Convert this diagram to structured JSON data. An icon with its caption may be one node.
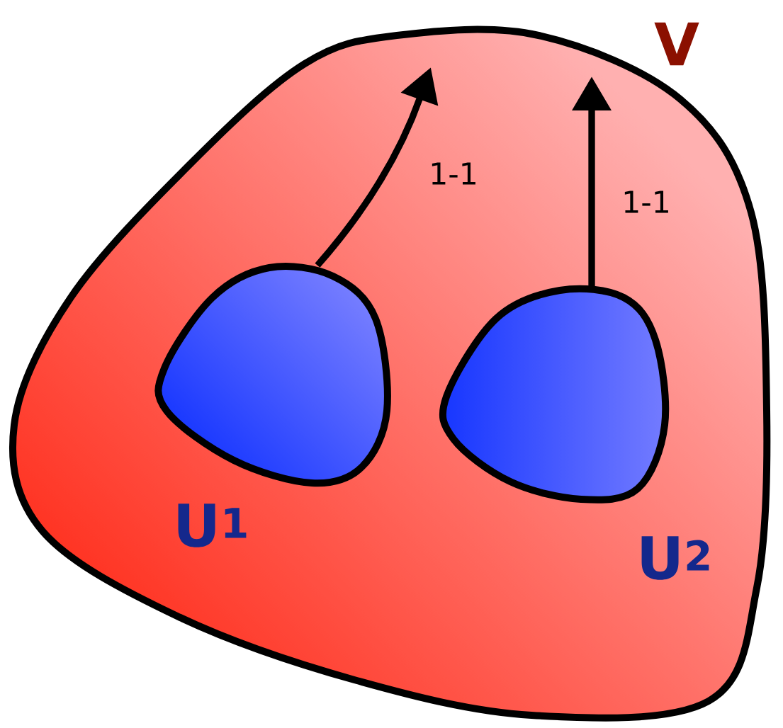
{
  "diagram": {
    "nodes": [
      {
        "text": [
          "V"
        ]
      },
      {
        "text": [
          "U$^{1}$"
        ],
        "in": 0
      },
      {
        "text": [
          "U$^{2}$"
        ],
        "in": 0
      }
    ],
    "edges": [
      {
        "from": 1,
        "to": null,
        "arrow": "to",
        "label": "1-1"
      },
      {
        "from": 2,
        "to": null,
        "arrow": "to",
        "label": "1-1"
      }
    ]
  }
}
